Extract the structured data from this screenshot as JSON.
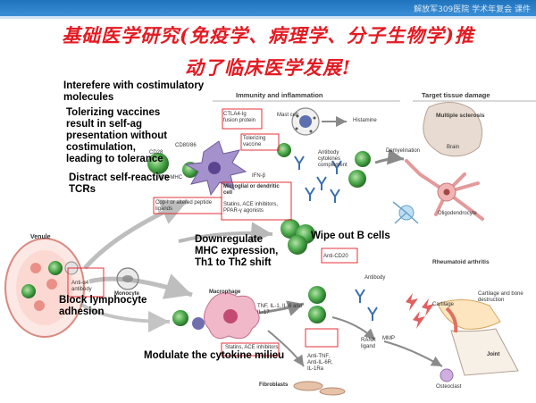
{
  "watermark": "解放军309医院 学术年复会 课件",
  "title": {
    "line1": "基础医学研究(免疫学、病理学、分子生物学)推",
    "line2": "动了临床医学发展!"
  },
  "annotations": {
    "interfere": [
      "Interefere with costimulatory",
      "molecules"
    ],
    "tolerizing": [
      "Tolerizing vaccines",
      "result in self-ag",
      "presentation without",
      "costimulation,",
      "leading to tolerance"
    ],
    "distract": [
      "Distract self-reactive",
      "TCRs"
    ],
    "downregulate": [
      "Downregulate",
      "MHC expression,",
      "Th1 to Th2 shift"
    ],
    "wipe_out": "Wipe out B cells",
    "block": [
      "Block lymphocyte",
      "adhesion"
    ],
    "modulate": "Modulate the cytokine milieu"
  },
  "headers": {
    "immunity": "Immunity and inflammation",
    "target": "Target tissue damage",
    "ms": "Multiple sclerosis",
    "ra": "Rheumatoid arthritis"
  },
  "labels": {
    "ctla4": "CTLA4-Ig",
    "fusion_protein": "fusion protein",
    "mast_cell": "Mast cell",
    "histamine": "Histamine",
    "cd80": "CD80/86",
    "cd28": "CD28",
    "tcr": "TCR-MHC",
    "tolerizing_vaccine": "Tolerizing vaccine",
    "antibody_cytokines": "Antibody cytokines complement",
    "demyelination": "Demyelination",
    "brain": "Brain",
    "oligodendrocyte": "Oligodendrocyte",
    "ifn": "IFN-β",
    "microglial": "Microglial or dendritic cell",
    "copi": "Cop-I or altered peptide ligands",
    "statins": "Statins, ACE inhibitors, PPAR-γ agonists",
    "venule": "Venule",
    "anti_va4": "Anti-α4 antibody",
    "monocyte": "Monocyte",
    "macrophage": "Macrophage",
    "anti_cd20": "Anti-CD20",
    "antibody": "Antibody",
    "cytokines": "TNF, IL-1, IL-6 and IL-17",
    "statins2": "Statins, ACE inhibitors",
    "rank_ligand": "RANK ligand",
    "mmp": "MMP",
    "cartilage": "Cartilage",
    "cartilage_bone": "Cartilage and bone destruction",
    "joint": "Joint",
    "osteoclast": "Osteoclast",
    "anti_tnf": "Anti-TNF, Anti-IL-6R, IL-1Ra",
    "fibroblasts": "Fibroblasts"
  },
  "colors": {
    "title": "#e31b23",
    "header_band": "#1d6fb8",
    "t_cell": "#3f9a3f",
    "microglia": "#8e7ab8",
    "neuron": "#e8a0a0",
    "antibody": "#3a6fb0",
    "arrow": "#808080",
    "marker_box": "#e31b23"
  }
}
